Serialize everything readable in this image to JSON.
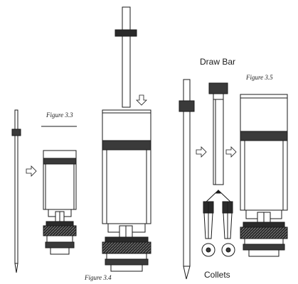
{
  "labels": {
    "figure_3_3": "Figure 3.3",
    "figure_3_4": "Figure 3.4",
    "figure_3_5": "Figure 3.5",
    "draw_bar": "Draw Bar",
    "collets": "Collets"
  },
  "colors": {
    "ink": "#1a1a1a",
    "dark_band": "#3a3a3a",
    "light_fill": "#f4f4f4"
  }
}
